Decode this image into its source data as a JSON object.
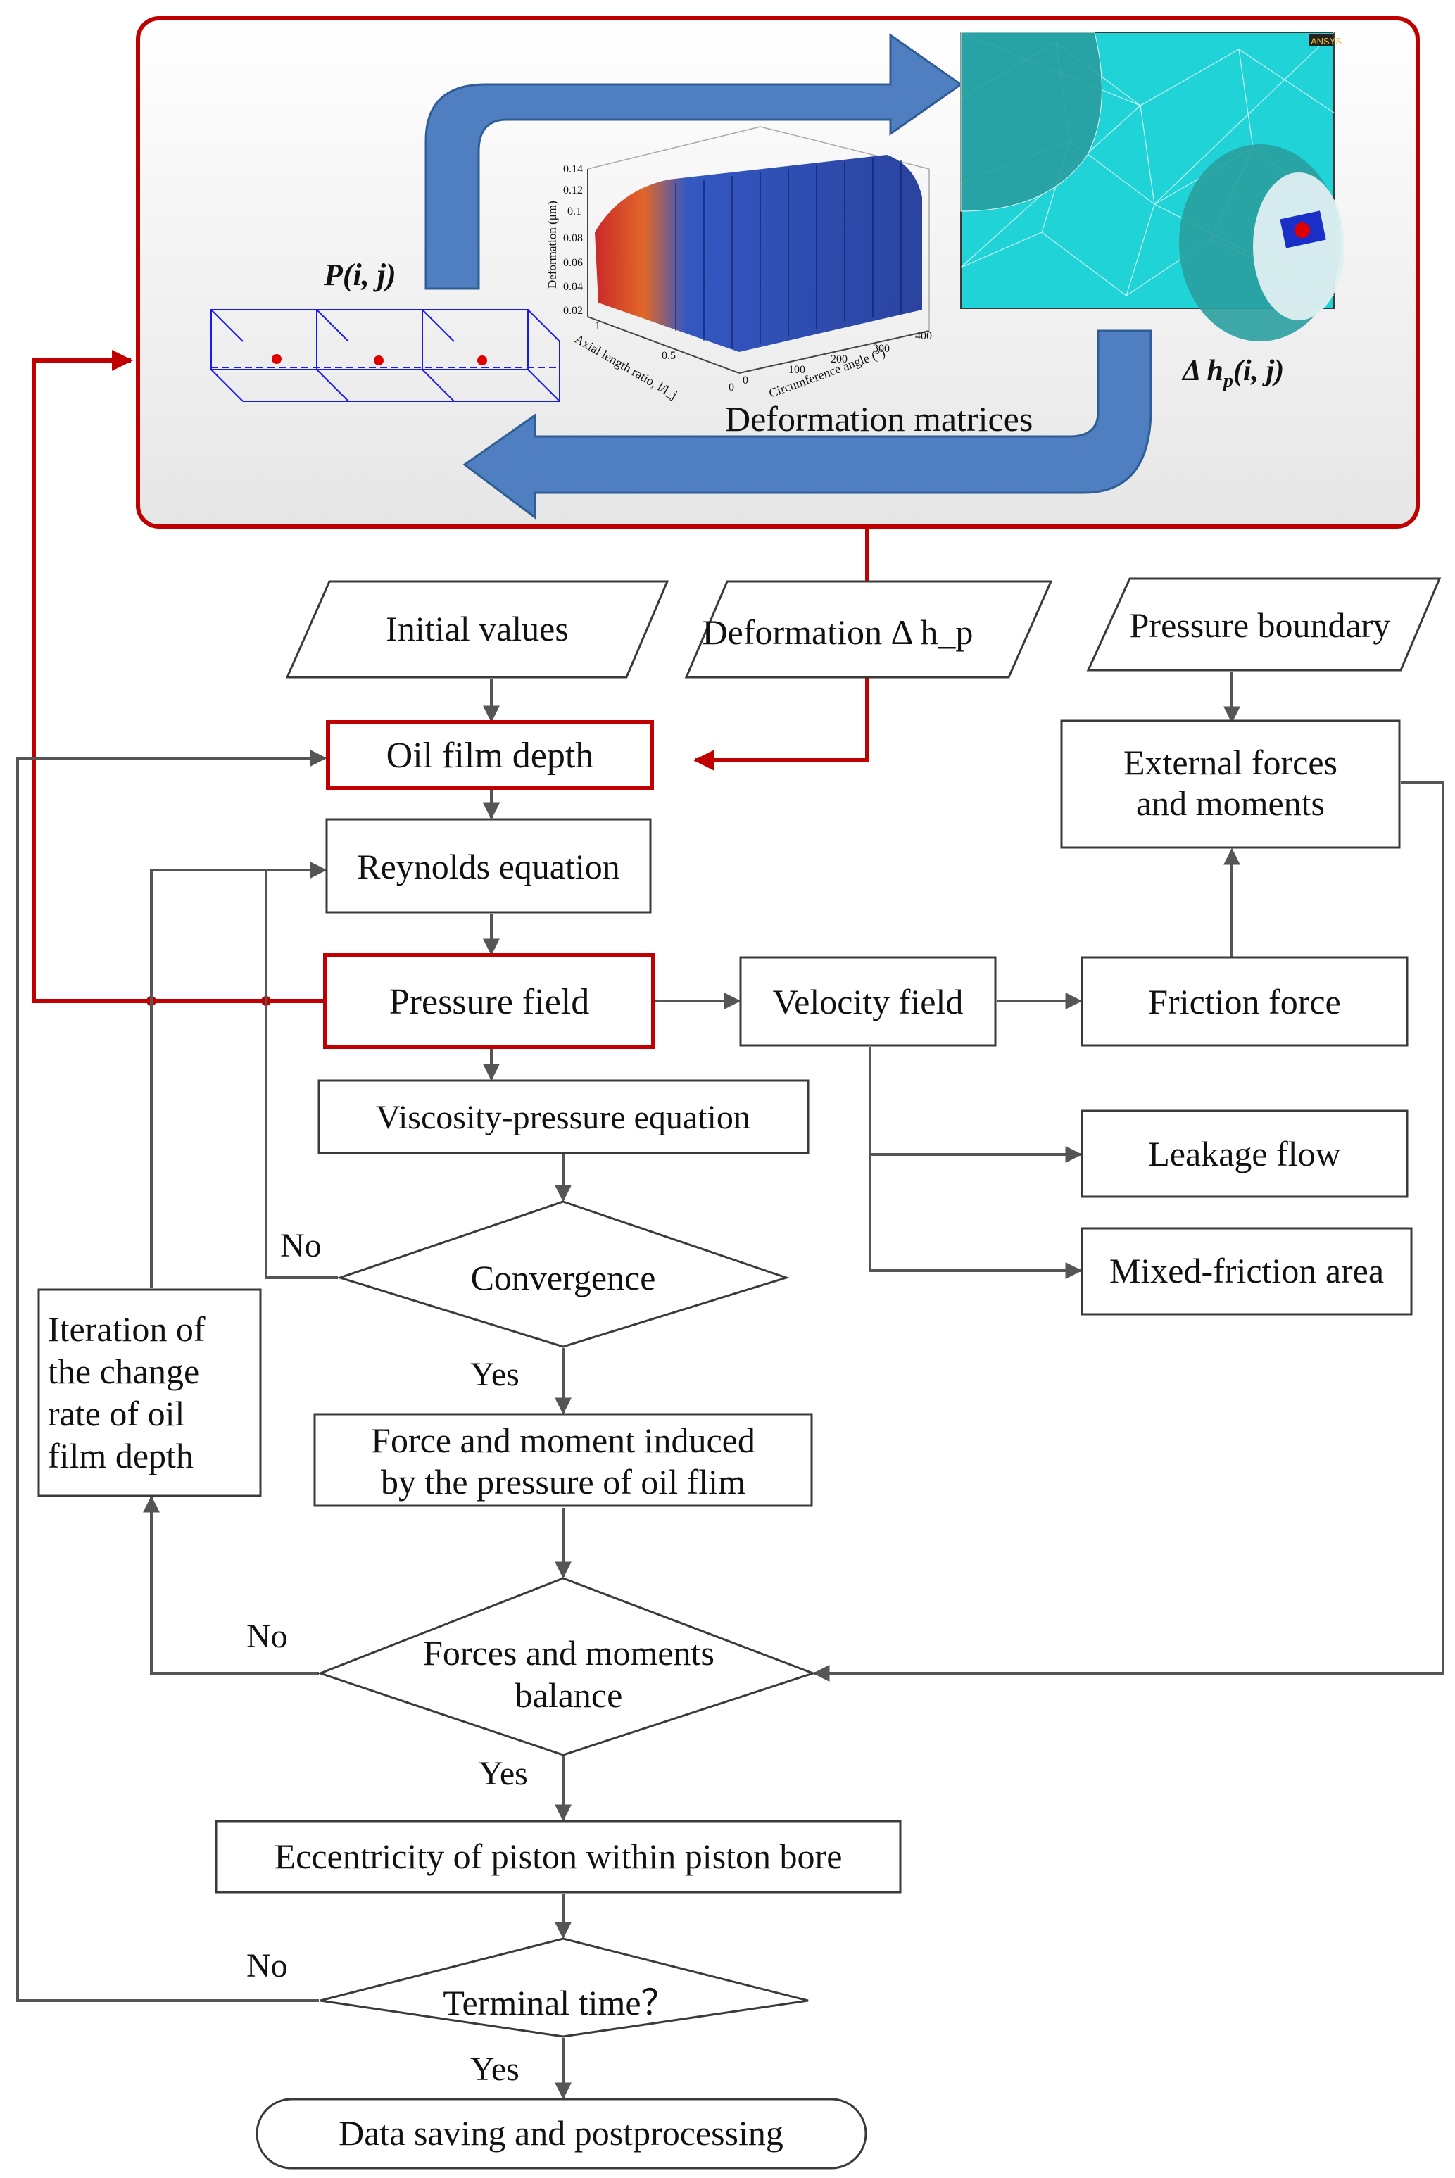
{
  "coupling_panel": {
    "pressure_label": "P(i, j)",
    "deformation_label": "Δ h_p(i, j)",
    "matrices_label": "Deformation matrices",
    "plot": {
      "z_label": "Deformation (μm)",
      "z_ticks": [
        "0.14",
        "0.12",
        "0.1",
        "0.08",
        "0.06",
        "0.04",
        "0.02"
      ],
      "x_label": "Axial length ratio, l/l_j",
      "x_ticks": [
        "0",
        "0.5",
        "1"
      ],
      "y_label": "Circumference angle (°)",
      "y_ticks": [
        "0",
        "100",
        "200",
        "300",
        "400"
      ]
    },
    "fem_logo": "ANSYS"
  },
  "nodes": {
    "initial_values": "Initial values",
    "deformation_input": "Deformation Δ h_p",
    "pressure_boundary": "Pressure boundary",
    "oil_film_depth": "Oil film depth",
    "external_forces": [
      "External forces",
      "and moments"
    ],
    "reynolds": "Reynolds equation",
    "pressure_field": "Pressure field",
    "velocity_field": "Velocity field",
    "friction_force": "Friction force",
    "viscosity_pressure": "Viscosity-pressure equation",
    "leakage_flow": "Leakage flow",
    "mixed_friction": "Mixed-friction area",
    "convergence": "Convergence",
    "iteration_change_rate": [
      "Iteration of",
      "the change",
      "rate of oil",
      "film depth"
    ],
    "force_moment_induced": [
      "Force and moment induced",
      "by the pressure of oil flim"
    ],
    "forces_balance": [
      "Forces and moments",
      "balance"
    ],
    "eccentricity": "Eccentricity of piston within piston bore",
    "terminal_time": "Terminal time？",
    "data_saving": "Data saving and postprocessing"
  },
  "branch_labels": {
    "no": "No",
    "yes": "Yes"
  },
  "colors": {
    "highlight": "#c00000",
    "flow": "#4f7fc1",
    "fem_background": "#1fd3d7",
    "panel_background": "#f1f1f1"
  }
}
